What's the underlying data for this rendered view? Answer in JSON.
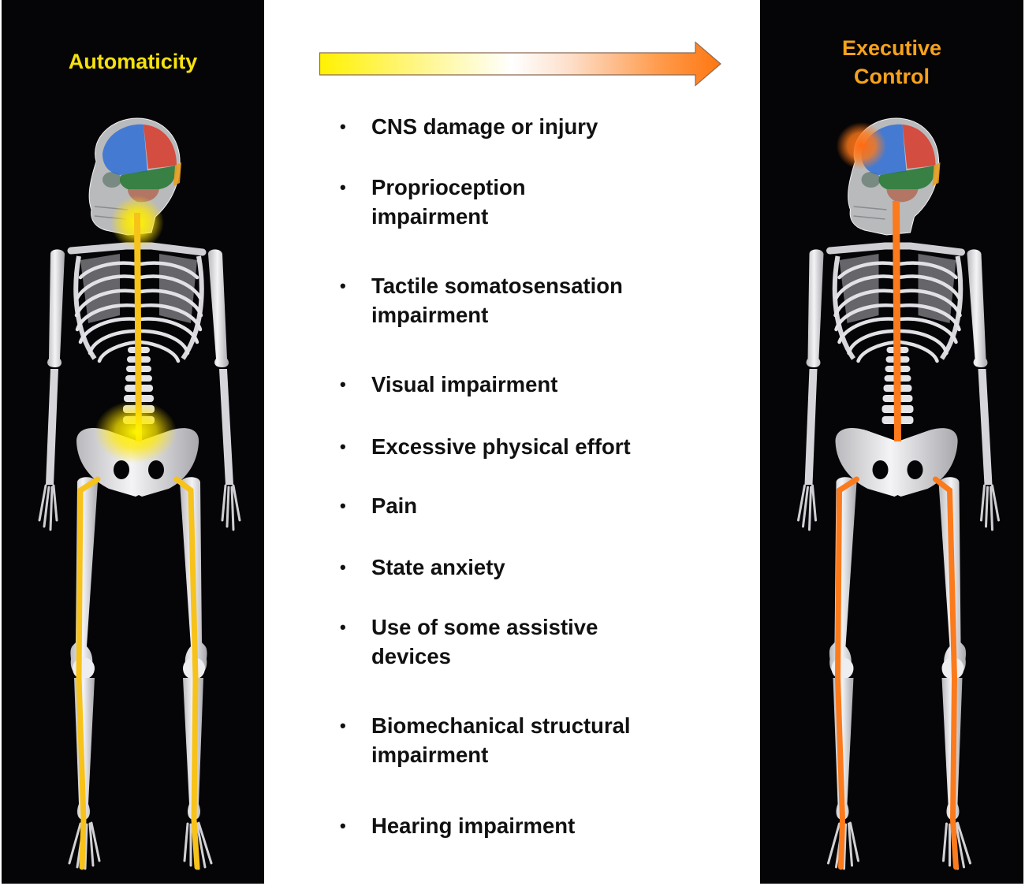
{
  "left_panel": {
    "title": "Automaticity",
    "title_color": "#f5e10e",
    "highlight_color": "#f7c21a",
    "glow_color": "#ffee00",
    "highlighted_regions": [
      "brainstem-neck",
      "spinal-cord",
      "pelvis-lumbar",
      "legs"
    ]
  },
  "right_panel": {
    "title_line1": "Executive",
    "title_line2": "Control",
    "title_color": "#f7a21b",
    "highlight_color": "#fb7a1c",
    "glow_color": "#ff6a10",
    "highlighted_regions": [
      "prefrontal-cortex",
      "spinal-cord",
      "legs"
    ]
  },
  "arrow": {
    "direction": "left-to-right",
    "gradient_start": "#fff200",
    "gradient_mid": "#ffffff",
    "gradient_end": "#ff7a12",
    "border_color": "#8a6a55"
  },
  "factors": {
    "bullet": "•",
    "items": [
      {
        "line1": "CNS damage or injury",
        "line2": ""
      },
      {
        "line1": "Proprioception",
        "line2": "impairment"
      },
      {
        "line1": "Tactile somatosensation",
        "line2": "impairment"
      },
      {
        "line1": "Visual impairment",
        "line2": ""
      },
      {
        "line1": "Excessive physical effort",
        "line2": ""
      },
      {
        "line1": "Pain",
        "line2": ""
      },
      {
        "line1": "State anxiety",
        "line2": ""
      },
      {
        "line1": "Use of some assistive",
        "line2": "devices"
      },
      {
        "line1": "Biomechanical structural",
        "line2": "impairment"
      },
      {
        "line1": "Hearing impairment",
        "line2": ""
      }
    ]
  }
}
